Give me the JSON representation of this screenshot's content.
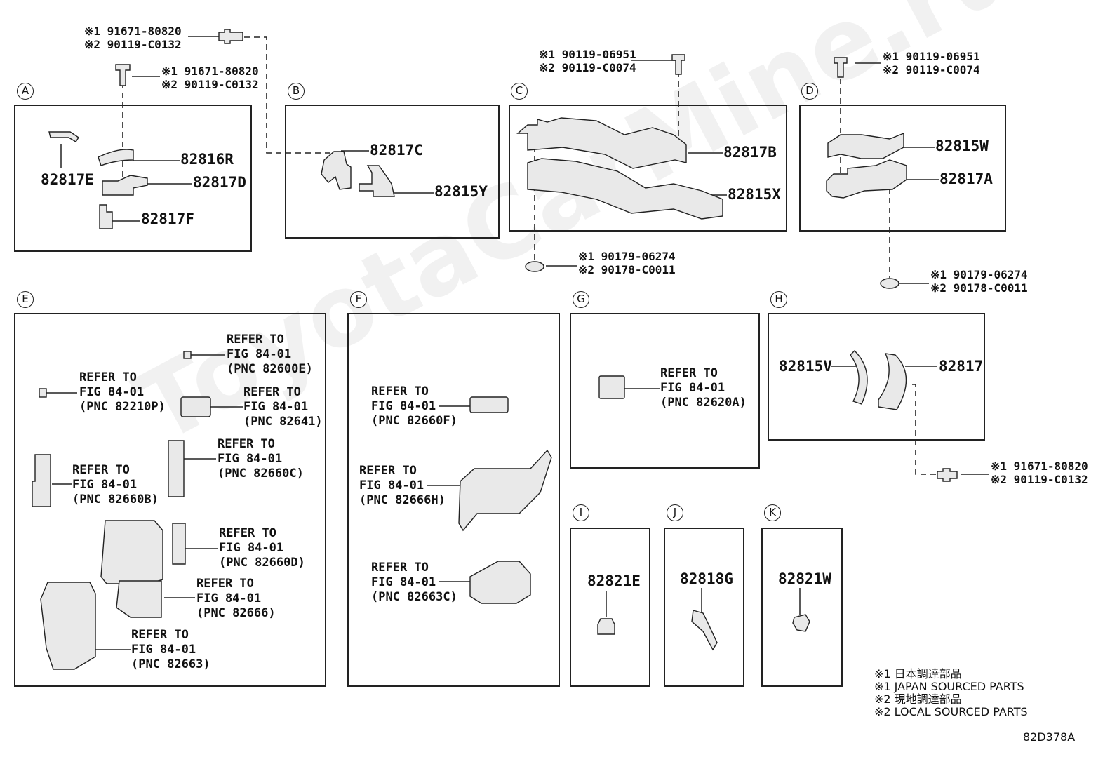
{
  "watermark": "ToyotaCarMine.ru",
  "diagram_code": "82D378A",
  "legend": [
    "※1 日本調達部品",
    "※1 JAPAN SOURCED PARTS",
    "※2 現地調達部品",
    "※2 LOCAL SOURCED PARTS"
  ],
  "sections": {
    "A": {
      "letter": "A",
      "parts": [
        "82817E",
        "82816R",
        "82817D",
        "82817F"
      ],
      "fastener_top": [
        "※1 91671-80820",
        "※2 90119-C0132"
      ],
      "fastener_bolt": [
        "※1 91671-80820",
        "※2 90119-C0132"
      ]
    },
    "B": {
      "letter": "B",
      "parts": [
        "82817C",
        "82815Y"
      ]
    },
    "C": {
      "letter": "C",
      "parts": [
        "82817B",
        "82815X"
      ],
      "fastener_top": [
        "※1 90119-06951",
        "※2 90119-C0074"
      ],
      "fastener_bottom": [
        "※1 90179-06274",
        "※2 90178-C0011"
      ]
    },
    "D": {
      "letter": "D",
      "parts": [
        "82815W",
        "82817A"
      ],
      "fastener_top": [
        "※1 90119-06951",
        "※2 90119-C0074"
      ],
      "fastener_bottom": [
        "※1 90179-06274",
        "※2 90178-C0011"
      ]
    },
    "E": {
      "letter": "E",
      "refs": [
        [
          "REFER TO",
          "FIG 84-01",
          "(PNC 82600E)"
        ],
        [
          "REFER TO",
          "FIG 84-01",
          "(PNC 82210P)"
        ],
        [
          "REFER TO",
          "FIG 84-01",
          "(PNC 82641)"
        ],
        [
          "REFER TO",
          "FIG 84-01",
          "(PNC 82660C)"
        ],
        [
          "REFER TO",
          "FIG 84-01",
          "(PNC 82660B)"
        ],
        [
          "REFER TO",
          "FIG 84-01",
          "(PNC 82660D)"
        ],
        [
          "REFER TO",
          "FIG 84-01",
          "(PNC 82666)"
        ],
        [
          "REFER TO",
          "FIG 84-01",
          "(PNC 82663)"
        ]
      ]
    },
    "F": {
      "letter": "F",
      "refs": [
        [
          "REFER TO",
          "FIG 84-01",
          "(PNC 82660F)"
        ],
        [
          "REFER TO",
          "FIG 84-01",
          "(PNC 82666H)"
        ],
        [
          "REFER TO",
          "FIG 84-01",
          "(PNC 82663C)"
        ]
      ]
    },
    "G": {
      "letter": "G",
      "refs": [
        [
          "REFER TO",
          "FIG 84-01",
          "(PNC 82620A)"
        ]
      ]
    },
    "H": {
      "letter": "H",
      "parts": [
        "82815V",
        "82817"
      ],
      "fastener": [
        "※1 91671-80820",
        "※2 90119-C0132"
      ]
    },
    "I": {
      "letter": "I",
      "parts": [
        "82821E"
      ]
    },
    "J": {
      "letter": "J",
      "parts": [
        "82818G"
      ]
    },
    "K": {
      "letter": "K",
      "parts": [
        "82821W"
      ]
    }
  }
}
